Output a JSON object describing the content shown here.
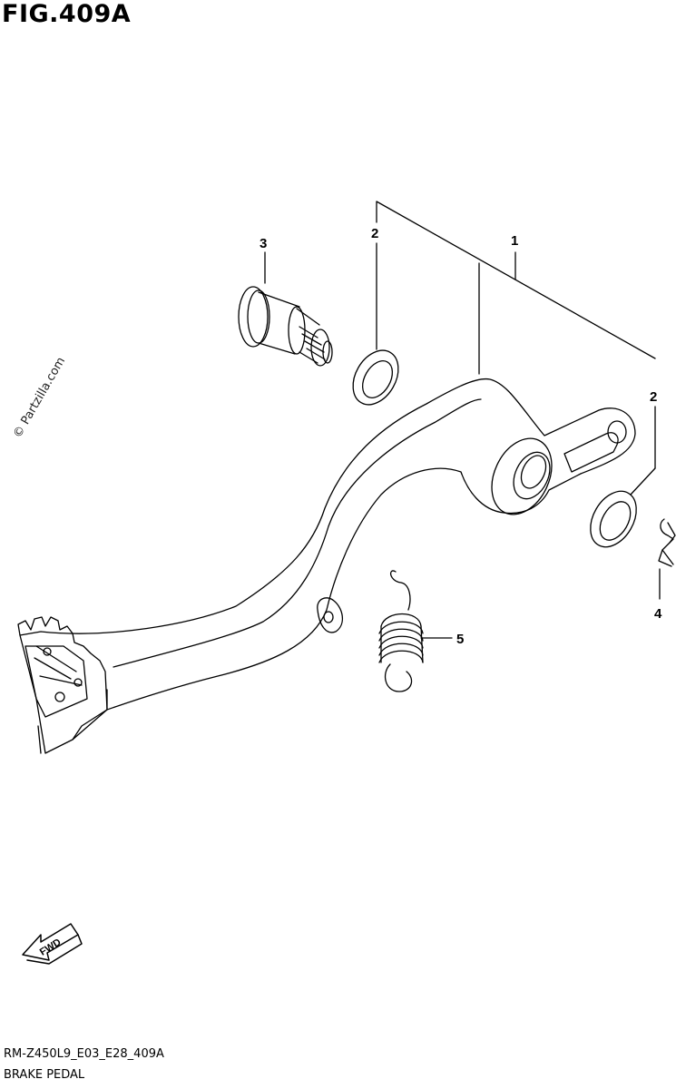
{
  "title": "FIG.409A",
  "watermark": "© Partzilla.com",
  "callouts": {
    "c1": "1",
    "c2a": "2",
    "c2b": "2",
    "c3": "3",
    "c4": "4",
    "c5": "5"
  },
  "fwd_label": "FWD",
  "diagram_code": "RM-Z450L9_E03_E28_409A",
  "caption": "BRAKE PEDAL"
}
